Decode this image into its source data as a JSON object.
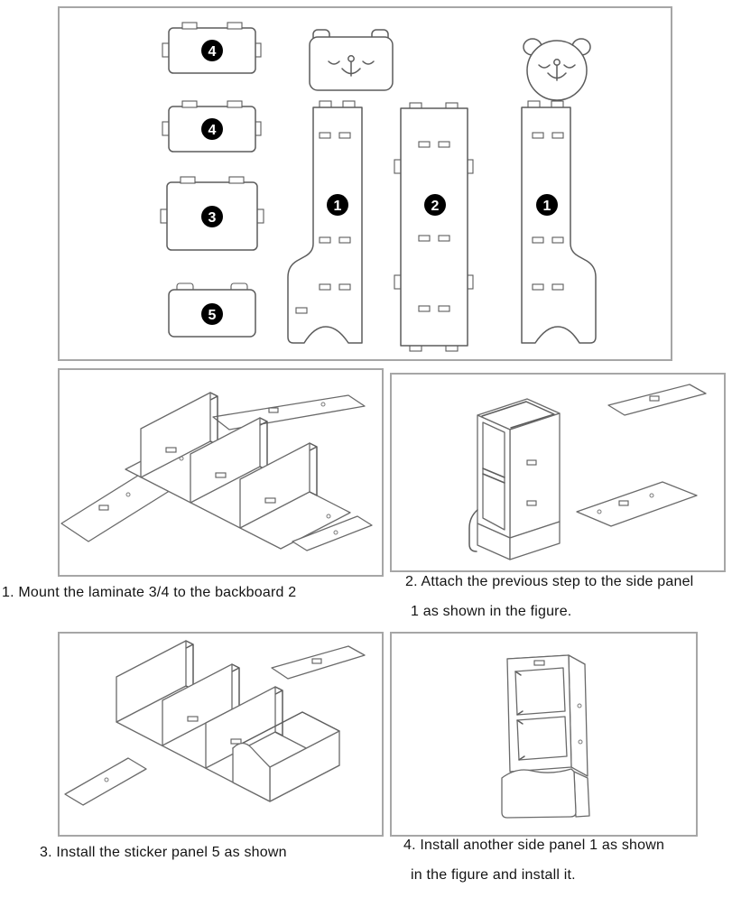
{
  "colors": {
    "background": "#ffffff",
    "frame_border": "#a6a6a6",
    "line": "#5c5c5c",
    "label_bg": "#000000",
    "label_text": "#ffffff",
    "caption_text": "#141414"
  },
  "parts_overview": {
    "laminate_top_label": "4",
    "laminate_mid_label": "4",
    "laminate_low_label": "3",
    "sticker_label": "5",
    "side_left_label": "1",
    "backboard_label": "2",
    "side_right_label": "1"
  },
  "steps": {
    "step1": {
      "caption": "1. Mount the laminate 3/4 to the backboard 2"
    },
    "step2": {
      "caption_line1": "2. Attach the previous step to the side panel",
      "caption_line2": "1 as shown in the figure."
    },
    "step3": {
      "caption": "3. Install the sticker panel 5 as shown"
    },
    "step4": {
      "caption_line1": "4. Install another side panel 1 as shown",
      "caption_line2": "in the figure and install it."
    }
  }
}
